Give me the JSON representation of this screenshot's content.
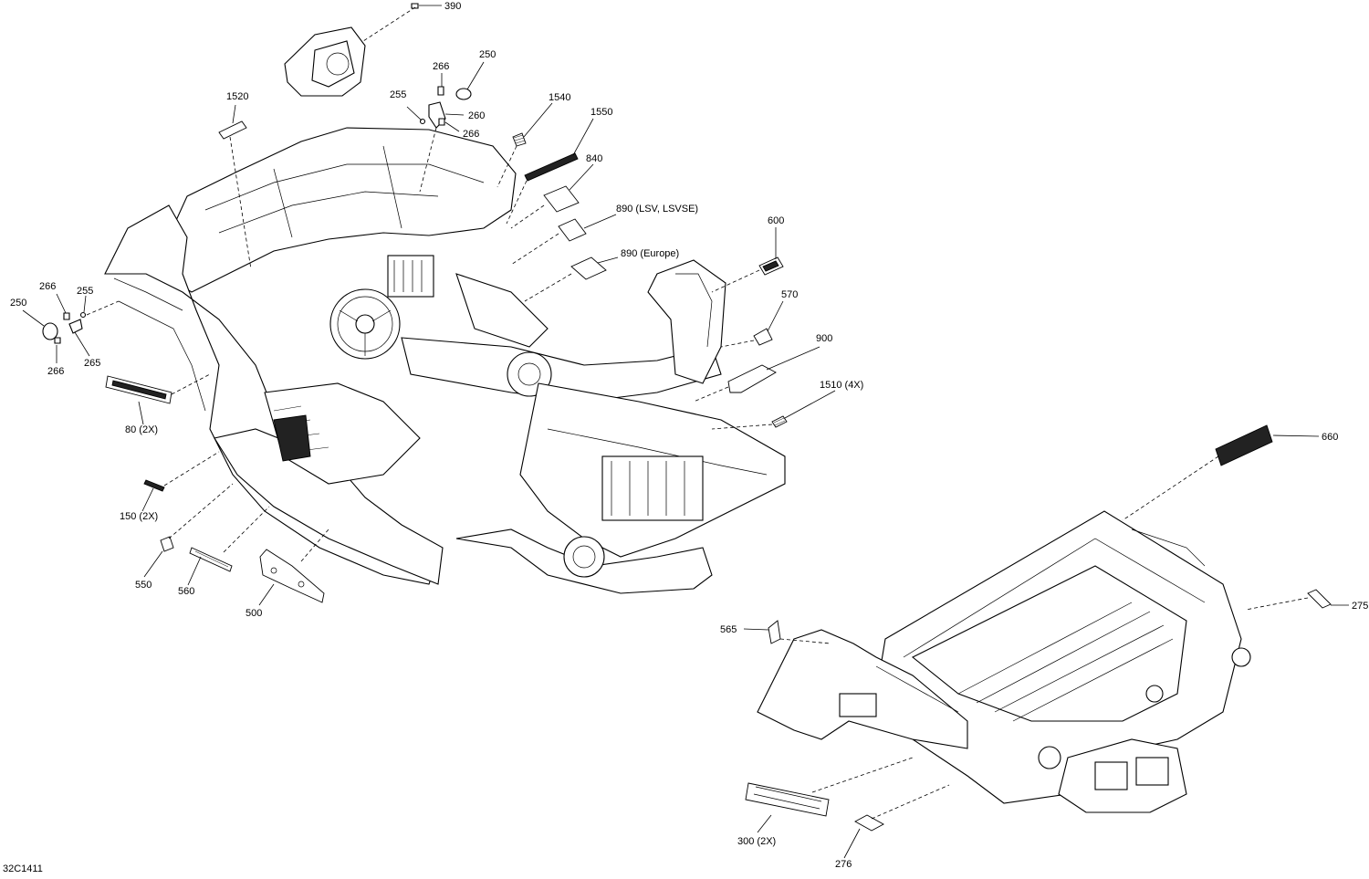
{
  "drawing_code": "32C1411",
  "callouts": {
    "c390": "390",
    "c266a": "266",
    "c250a": "250",
    "c1520": "1520",
    "c255a": "255",
    "c260": "260",
    "c266b": "266",
    "c1540": "1540",
    "c1550": "1550",
    "c840": "840",
    "c890lsv": "890 (LSV, LSVSE)",
    "c890eu": "890 (Europe)",
    "c600": "600",
    "c570": "570",
    "c900": "900",
    "c1510": "1510 (4X)",
    "c660": "660",
    "c266c": "266",
    "c255b": "255",
    "c250b": "250",
    "c266d": "266",
    "c265": "265",
    "c80": "80 (2X)",
    "c150": "150 (2X)",
    "c550": "550",
    "c560": "560",
    "c500": "500",
    "c275": "275",
    "c565": "565",
    "c300": "300 (2X)",
    "c276": "276"
  }
}
